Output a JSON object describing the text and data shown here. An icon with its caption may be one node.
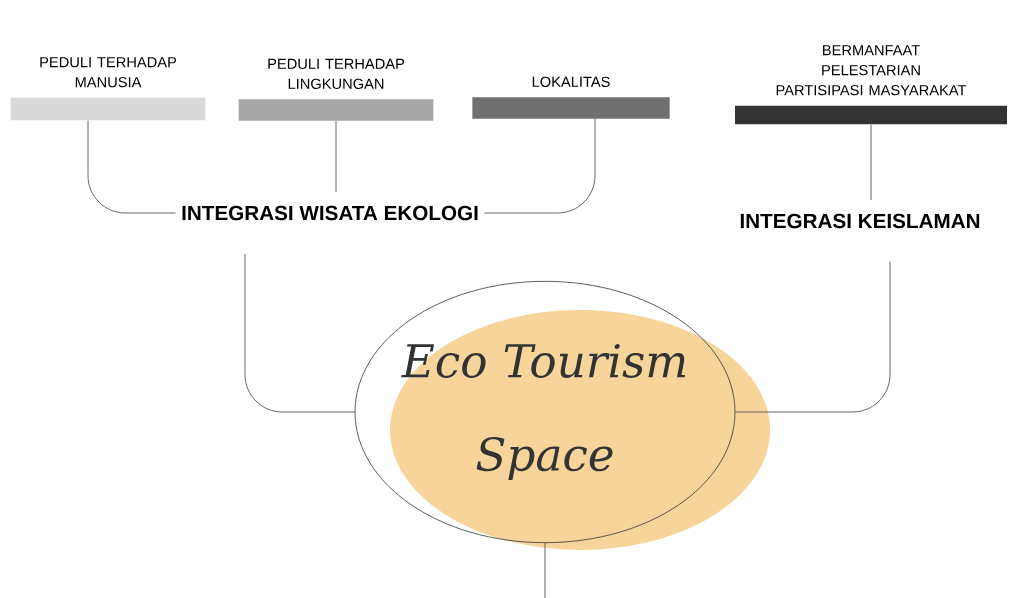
{
  "diagram": {
    "nodes": [
      {
        "text": [
          "PEDULI TERHADAP MANUSIA"
        ]
      },
      {
        "text": [
          "PEDULI TERHADAP LINGKUNGAN"
        ]
      },
      {
        "text": [
          "LOKALITAS"
        ]
      },
      {
        "text": [
          "BERMANFAAT",
          "PELESTARIAN",
          "PARTISIPASI MASYARAKAT"
        ]
      },
      {
        "text": [
          "INTEGRASI WISATA EKOLOGI"
        ]
      },
      {
        "text": [
          "INTEGRASI KEISLAMAN"
        ]
      },
      {
        "text": [
          "Eco Tourism Space"
        ]
      }
    ],
    "edges": [
      {
        "from": 0,
        "to": 4,
        "arrow": "none"
      },
      {
        "from": 1,
        "to": 4,
        "arrow": "none"
      },
      {
        "from": 2,
        "to": 4,
        "arrow": "none"
      },
      {
        "from": 3,
        "to": 5,
        "arrow": "none"
      },
      {
        "from": 4,
        "to": 6,
        "arrow": "none"
      },
      {
        "from": 5,
        "to": 6,
        "arrow": "none"
      },
      {
        "from": 6,
        "to": null,
        "arrow": "none"
      }
    ]
  }
}
